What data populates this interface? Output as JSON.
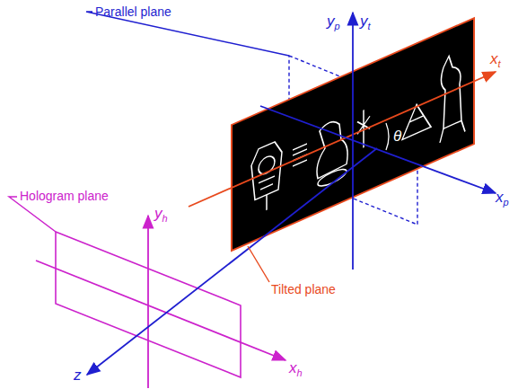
{
  "diagram": {
    "labels": [
      "Parallel plane",
      "yp",
      "yt",
      "xt",
      "θ",
      "xp",
      "Hologram plane",
      "yh",
      "Tilted plane",
      "xh",
      "z"
    ]
  }
}
